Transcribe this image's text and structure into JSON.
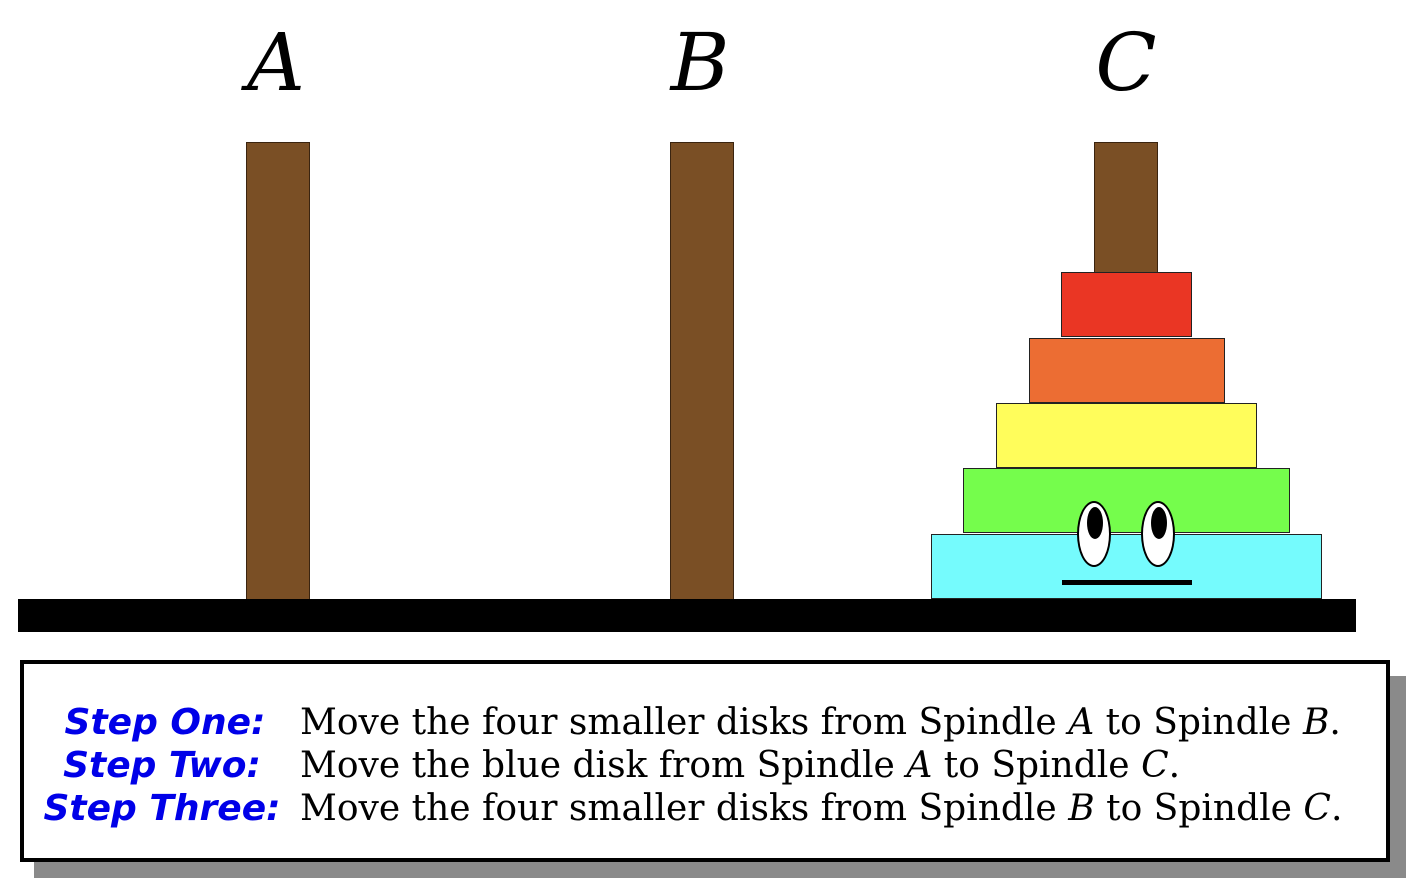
{
  "spindles": [
    {
      "label": "A",
      "color": "#7a4f25"
    },
    {
      "label": "B",
      "color": "#7a4f25"
    },
    {
      "label": "C",
      "color": "#7a4f25"
    }
  ],
  "base_color": "#000000",
  "disks": [
    {
      "color": "#ea3624",
      "spindle": "C"
    },
    {
      "color": "#ec6d33",
      "spindle": "C"
    },
    {
      "color": "#fffd5b",
      "spindle": "C"
    },
    {
      "color": "#75fd4c",
      "spindle": "C"
    },
    {
      "color": "#75fbfd",
      "spindle": "C"
    }
  ],
  "step_label_color": "#0000e8",
  "steps": [
    {
      "label": "Step One:",
      "text_parts": [
        "Move the four smaller disks from Spindle ",
        "A",
        " to Spindle ",
        "B",
        "."
      ]
    },
    {
      "label": "Step Two:",
      "text_parts": [
        "Move the blue disk from Spindle ",
        "A",
        " to Spindle ",
        "C",
        "."
      ]
    },
    {
      "label": "Step Three:",
      "text_parts": [
        "Move the four smaller disks from Spindle ",
        "B",
        " to Spindle ",
        "C",
        "."
      ]
    }
  ]
}
